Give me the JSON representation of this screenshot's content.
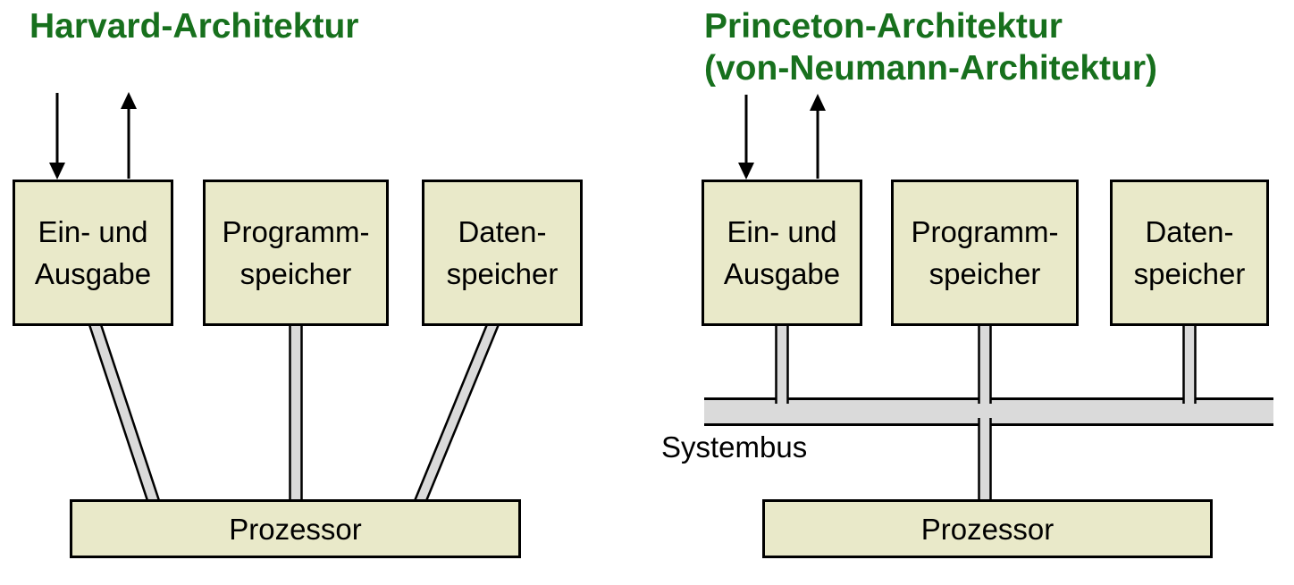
{
  "colors": {
    "background": "#ffffff",
    "title_green": "#17701d",
    "box_fill": "#e9e9c9",
    "box_border": "#000000",
    "bus_fill": "#dadada",
    "bus_outline": "#000000",
    "text": "#000000"
  },
  "harvard": {
    "title": "Harvard-Architektur",
    "boxes": [
      {
        "label": "Ein- und\nAusgabe"
      },
      {
        "label": "Programm-\nspeicher"
      },
      {
        "label": "Daten-\nspeicher"
      }
    ],
    "processor_label": "Prozessor"
  },
  "princeton": {
    "title": "Princeton-Architektur\n(von-Neumann-Architektur)",
    "boxes": [
      {
        "label": "Ein- und\nAusgabe"
      },
      {
        "label": "Programm-\nspeicher"
      },
      {
        "label": "Daten-\nspeicher"
      }
    ],
    "systembus_label": "Systembus",
    "processor_label": "Prozessor"
  }
}
